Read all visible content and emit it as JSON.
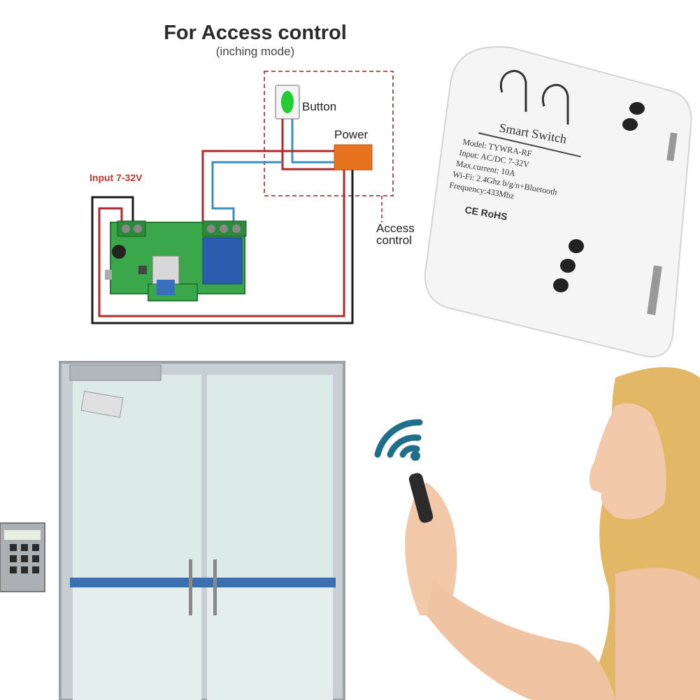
{
  "diagram": {
    "title": "For Access control",
    "subtitle": "(inching mode)",
    "input_label": "Input 7-32V",
    "button_label": "Button",
    "power_label": "Power",
    "access_label_line1": "Access",
    "access_label_line2": "control"
  },
  "device": {
    "name": "Smart Switch",
    "specs": [
      "Model: TYWRA-RF",
      "Input: AC/DC 7-32V",
      "Max.current: 10A",
      "Wi-Fi: 2.4Ghz b/g/n+Bluetooth",
      "Frequency:433Mhz"
    ],
    "cert": "CE RoHS"
  },
  "colors": {
    "wire_red": "#b02a2a",
    "wire_blue": "#3a8fc0",
    "wire_black": "#1a1a1a",
    "board_green": "#3aa84a",
    "power_orange": "#e8731f",
    "button_green": "#22cc33",
    "dashed_border": "#a85a5a"
  }
}
